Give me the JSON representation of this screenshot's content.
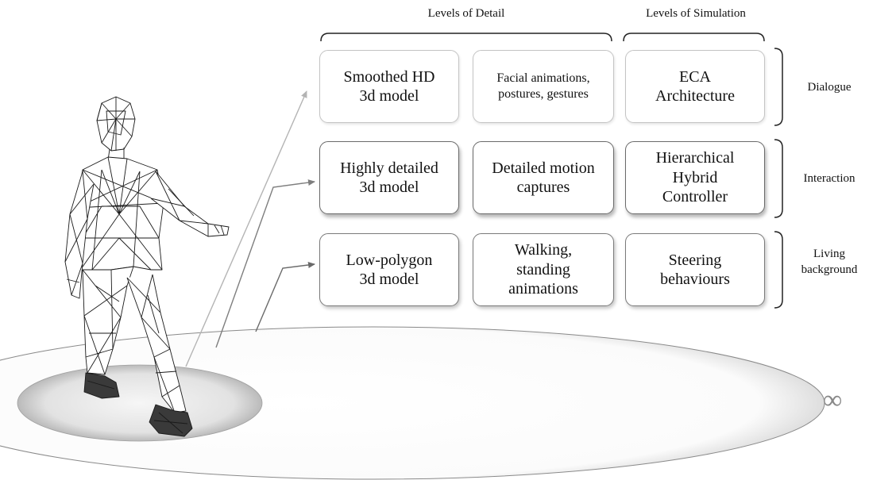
{
  "headers": {
    "detail": "Levels of Detail",
    "simulation": "Levels of Simulation"
  },
  "rows": [
    {
      "label": "Dialogue",
      "model": "Smoothed HD\n3d model",
      "animation": "Facial animations,\npostures, gestures",
      "simulation": "ECA\nArchitecture"
    },
    {
      "label": "Interaction",
      "model": "Highly detailed\n3d model",
      "animation": "Detailed motion\ncaptures",
      "simulation": "Hierarchical\nHybrid\nController"
    },
    {
      "label": "Living\nbackground",
      "model": "Low-polygon\n3d model",
      "animation": "Walking,\nstanding\nanimations",
      "simulation": "Steering\nbehaviours"
    }
  ],
  "infinity": "∞",
  "colors": {
    "arrow_light": "#b4b4b4",
    "arrow_mid": "#7e7e7e",
    "arrow_dark": "#6a6a6a",
    "ellipse_edge": "#8a8a8a"
  }
}
